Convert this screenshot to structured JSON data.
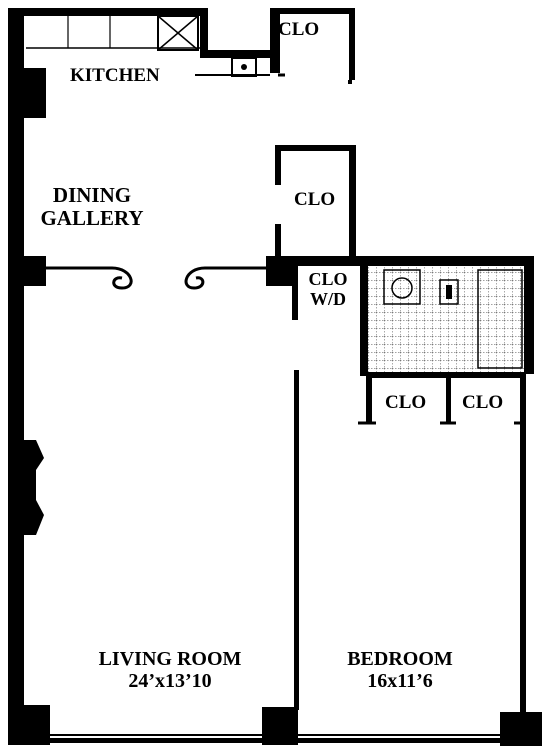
{
  "rooms": {
    "kitchen": "KITCHEN",
    "dining": [
      "DINING",
      "GALLERY"
    ],
    "living": {
      "name": "LIVING ROOM",
      "dims": "24’x13’10"
    },
    "bedroom": {
      "name": "BEDROOM",
      "dims": "16x11’6"
    },
    "closet_label": "CLO",
    "wd_label": "W/D"
  },
  "colors": {
    "wall": "#000000",
    "background": "#ffffff"
  }
}
